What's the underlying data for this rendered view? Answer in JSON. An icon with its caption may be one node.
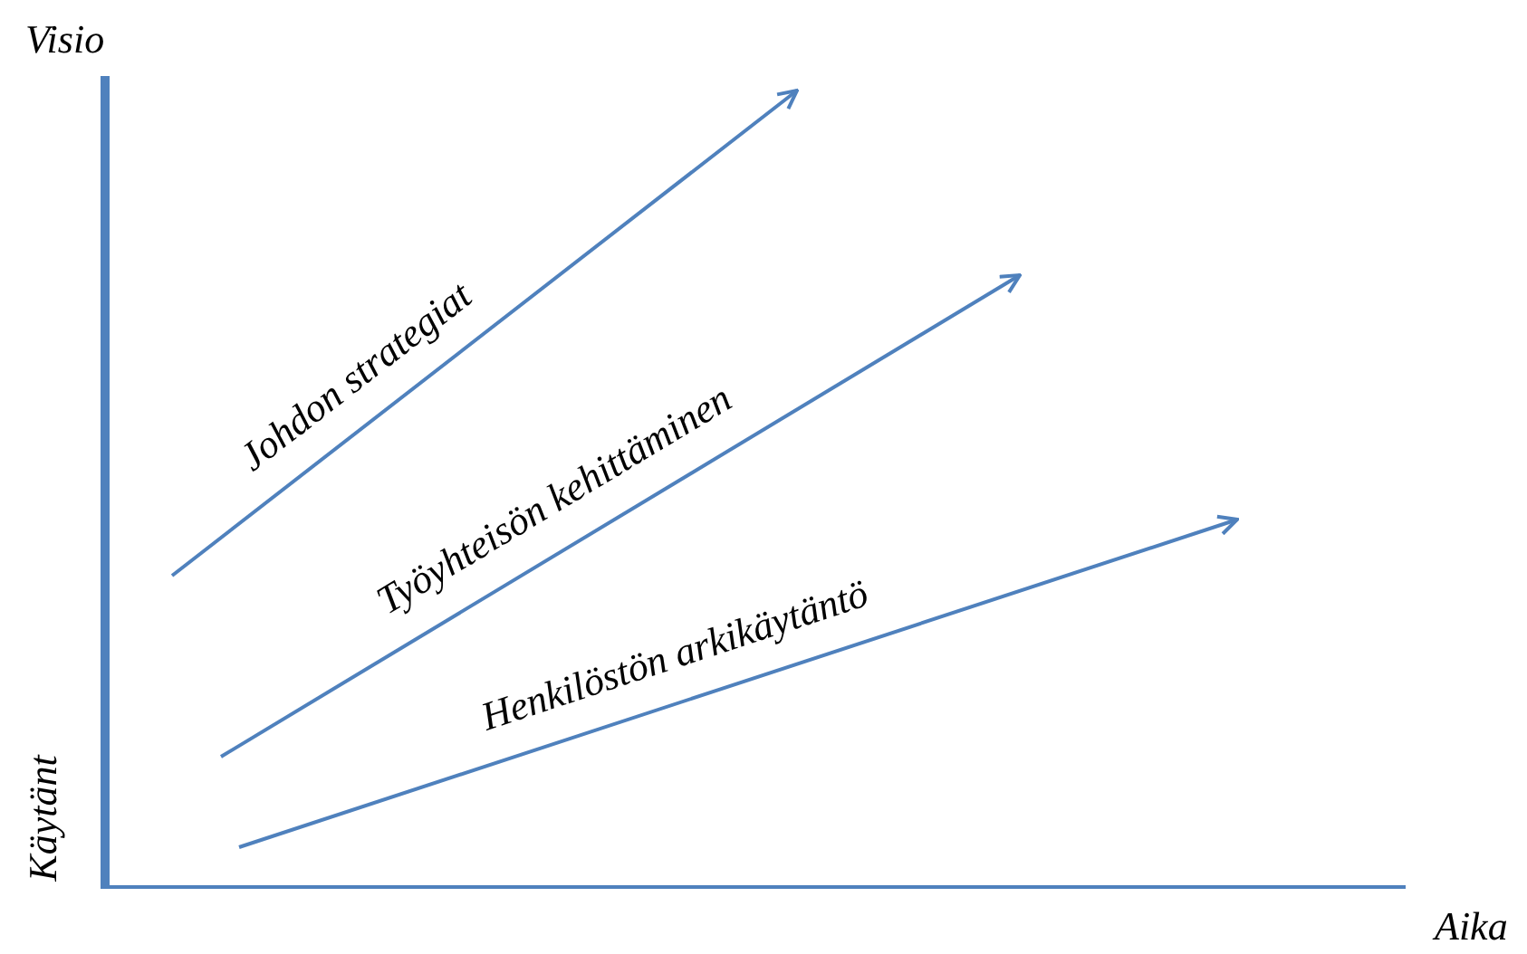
{
  "diagram": {
    "labels": [
      "Visio",
      "Johdon strategiat",
      "Työyhteisön kehittäminen",
      "Henkilöstön arkikäytäntö",
      "Käytänt",
      "Aika"
    ]
  }
}
